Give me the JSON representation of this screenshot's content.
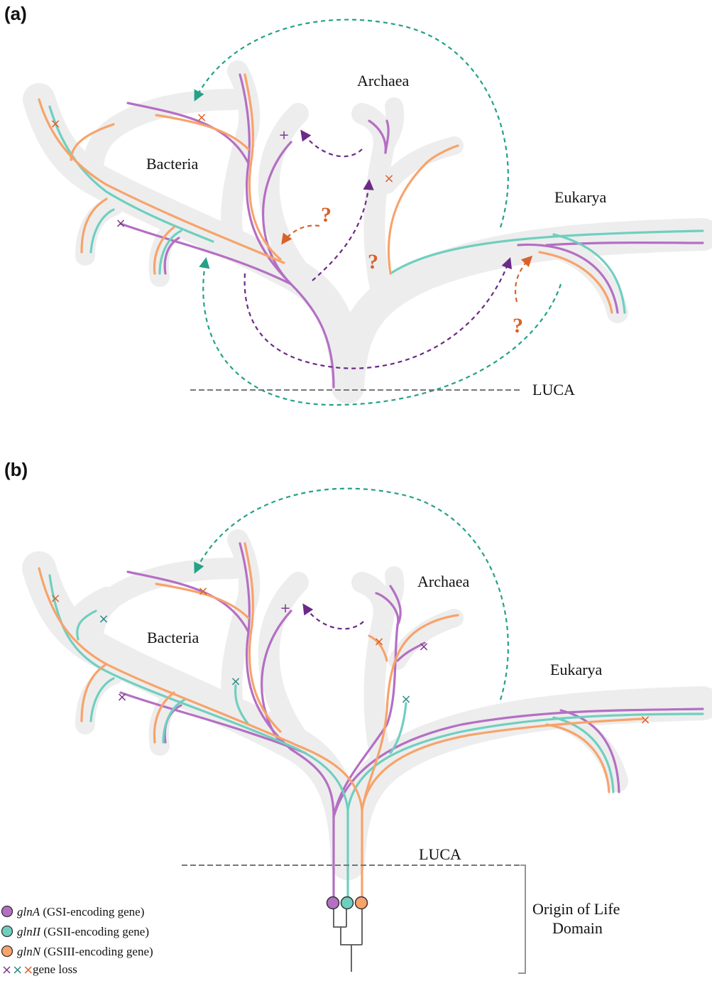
{
  "panels": [
    {
      "label": "(a)",
      "domains": {
        "bacteria": "Bacteria",
        "archaea": "Archaea",
        "eukarya": "Eukarya"
      },
      "luca": "LUCA",
      "question_mark": "?"
    },
    {
      "label": "(b)",
      "domains": {
        "bacteria": "Bacteria",
        "archaea": "Archaea",
        "eukarya": "Eukarya"
      },
      "luca": "LUCA",
      "origin_label_line1": "Origin of Life",
      "origin_label_line2": "Domain"
    }
  ],
  "legend": {
    "items": [
      {
        "gene": "glnA",
        "desc": " (GSI-encoding gene)",
        "color": "#b46fc4"
      },
      {
        "gene": "glnII",
        "desc": " (GSII-encoding gene)",
        "color": "#6fcfbf"
      },
      {
        "gene": "glnN",
        "desc": " (GSIII-encoding gene)",
        "color": "#f7a36b"
      }
    ],
    "loss_marks": "×××",
    "loss_label": "gene loss"
  },
  "colors": {
    "glnA": "#b46fc4",
    "glnII": "#6fcfbf",
    "glnN": "#f7a36b",
    "transfer_purple": "#6b2a86",
    "transfer_green": "#24a187",
    "transfer_orange": "#d9622a",
    "loss_orange": "#d9622a",
    "loss_purple": "#7a3a8e",
    "loss_teal": "#2a8a85",
    "tree": "#ededed"
  }
}
